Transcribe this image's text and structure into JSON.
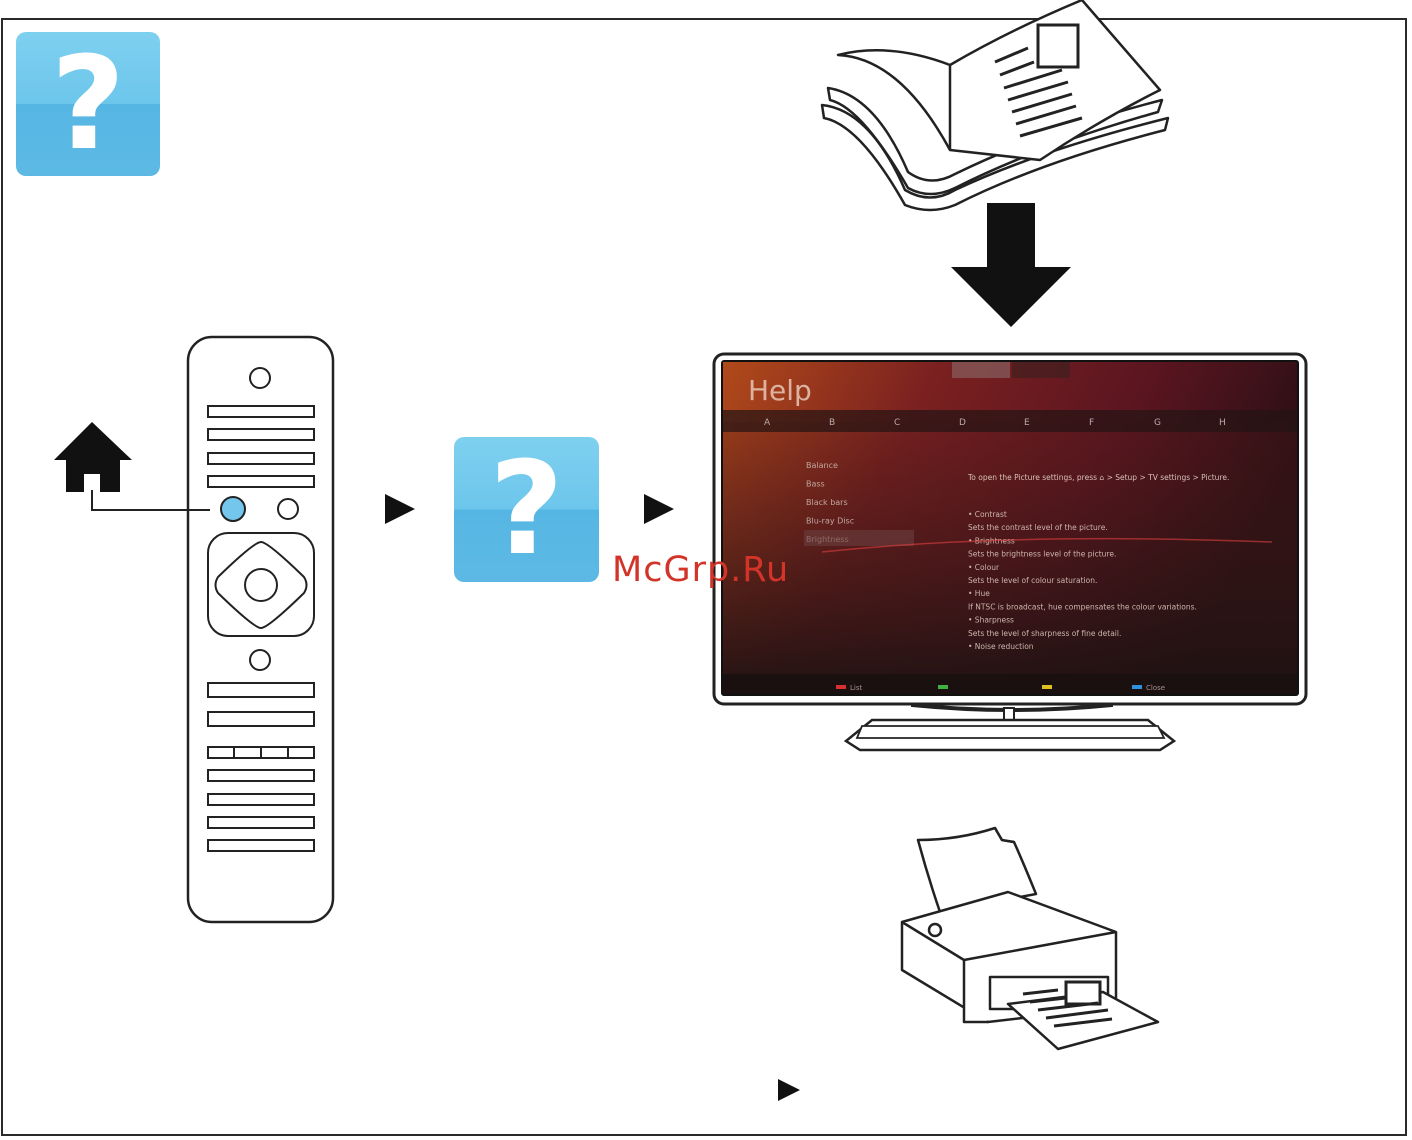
{
  "icons": {
    "help_top": "?",
    "help_middle": "?"
  },
  "watermark": "McGrp.Ru",
  "tv_screen": {
    "title": "Help",
    "menu_items": [
      "Balance",
      "Bass",
      "Black bars",
      "Blu-ray Disc",
      "Brightness"
    ],
    "tabs": [
      "A",
      "B",
      "C",
      "D",
      "E",
      "F",
      "G",
      "H"
    ],
    "content_intro": "To open the Picture settings, press ⌂ > Setup > TV settings > Picture.",
    "content_lines": [
      "• Contrast",
      "Sets the contrast level of the picture.",
      "• Brightness",
      "Sets the brightness level of the picture.",
      "• Colour",
      "Sets the level of colour saturation.",
      "• Hue",
      "If NTSC is broadcast, hue compensates the colour variations.",
      "• Sharpness",
      "Sets the level of sharpness of fine detail.",
      "• Noise reduction"
    ],
    "footer_labels": [
      "List",
      "",
      "",
      "Close"
    ]
  },
  "colors": {
    "remote_help_button": "#74c6ec",
    "help_icon": "#5ab8e3",
    "watermark": "#d2342a"
  }
}
